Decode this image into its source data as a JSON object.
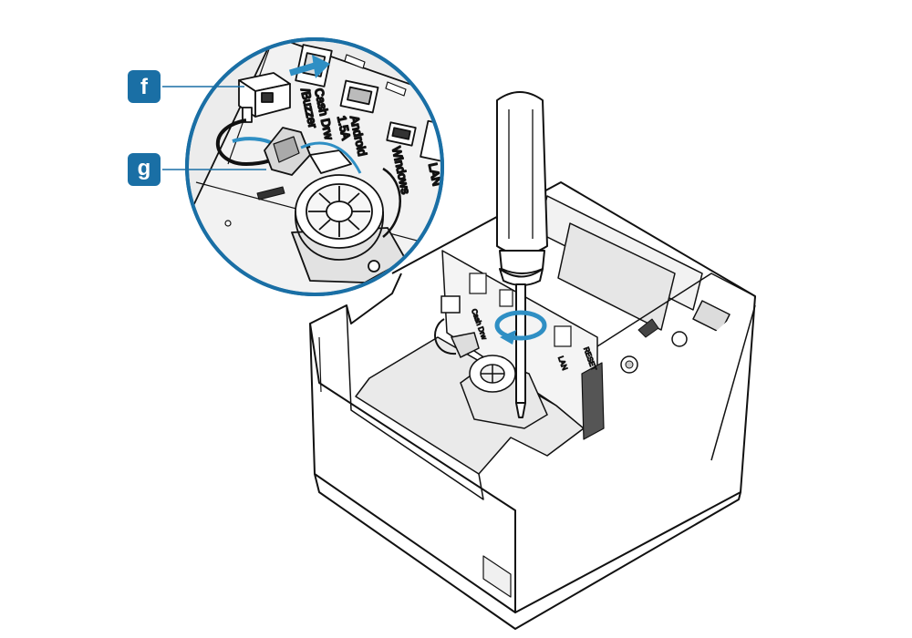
{
  "colors": {
    "accent": "#1a6fa5",
    "highlight": "#2f8fc4",
    "line": "#111111",
    "panel": "#ececec"
  },
  "callouts": [
    {
      "letter": "f",
      "points_to": "cash-drawer-connector"
    },
    {
      "letter": "g",
      "points_to": "cable-clip"
    }
  ],
  "port_labels": {
    "cash_drawer": "Cash Drw",
    "buzzer": "/Buzzer",
    "android_line1": "Android",
    "android_line2": "1.5A",
    "windows": "Windows",
    "lan": "LAN",
    "reset": "RESET"
  },
  "icons": [
    "screwdriver-icon",
    "rotate-arrow-icon",
    "insert-arrow-icon"
  ]
}
